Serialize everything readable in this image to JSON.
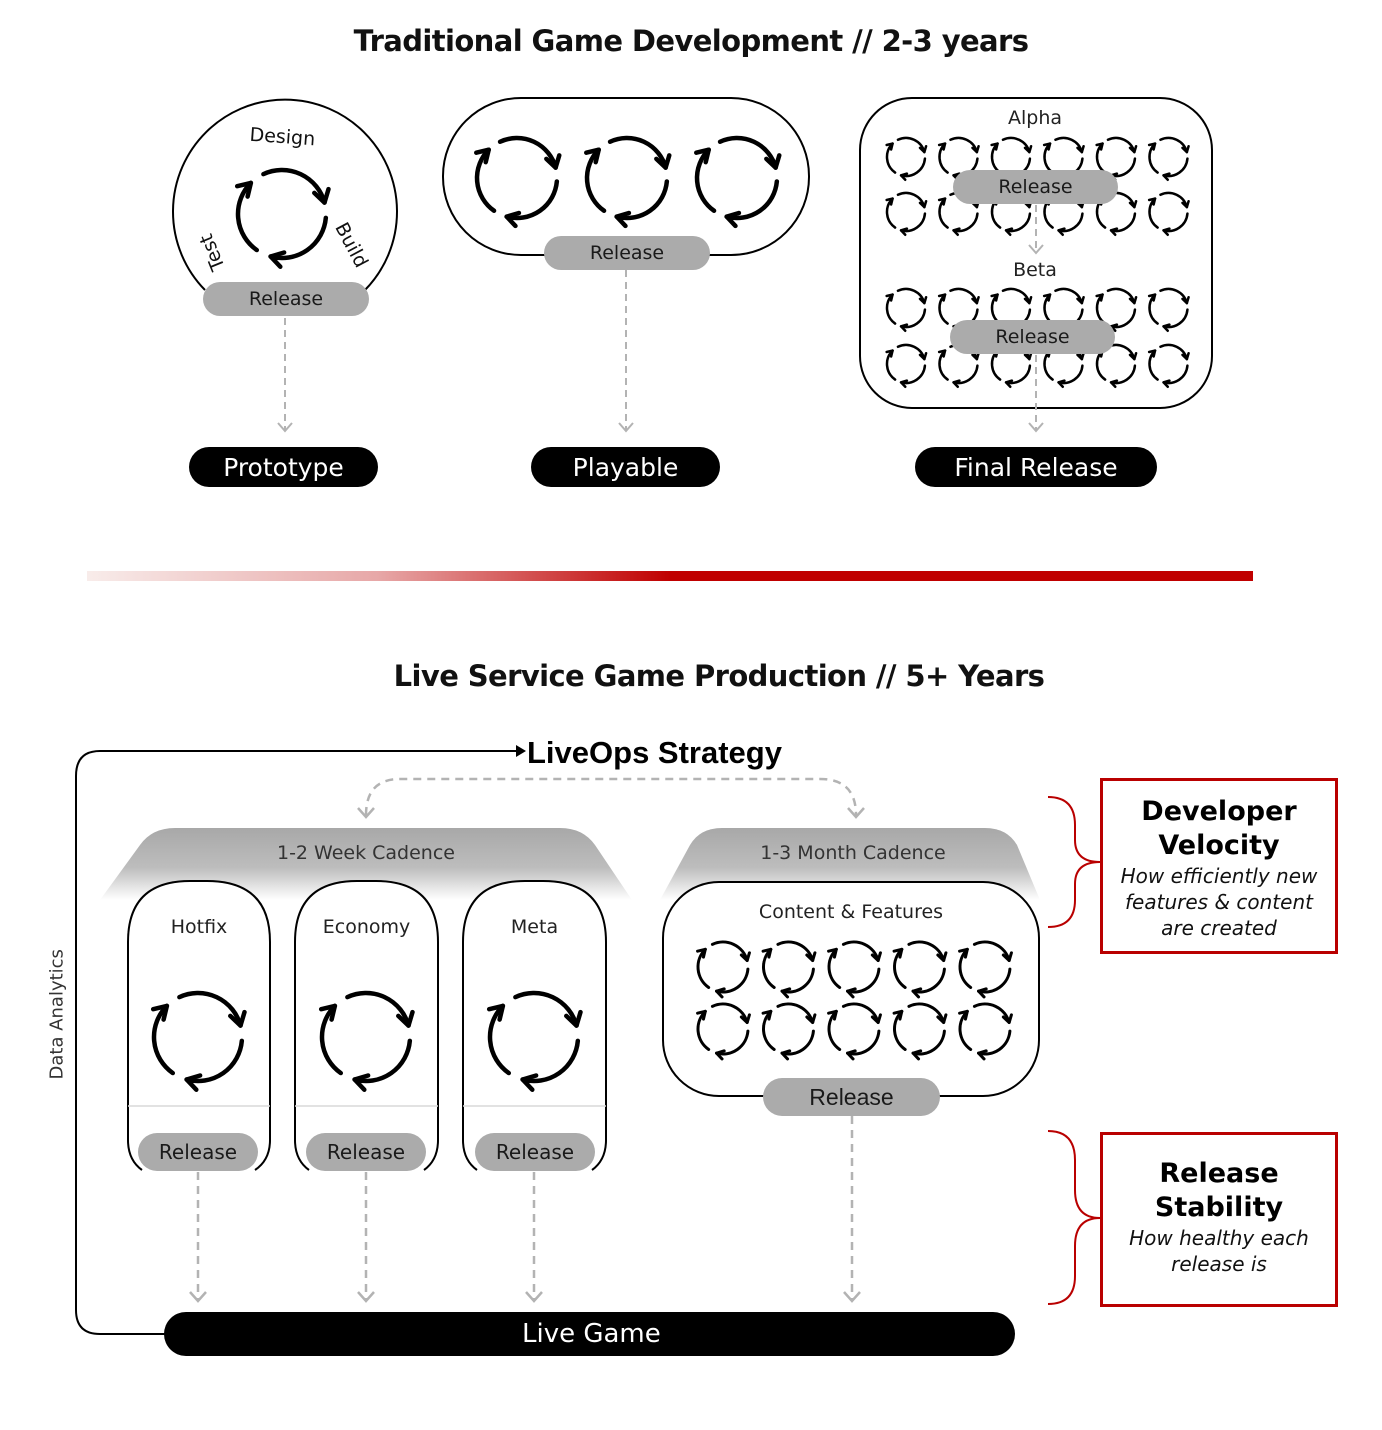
{
  "traditional": {
    "title": "Traditional Game Development // 2-3 years",
    "prototype": {
      "cycle_labels": [
        "Design",
        "Build",
        "Test"
      ],
      "release_label": "Release",
      "outcome_label": "Prototype",
      "cycle_count": 1
    },
    "playable": {
      "release_label": "Release",
      "outcome_label": "Playable",
      "cycle_count": 3
    },
    "final": {
      "alpha_label": "Alpha",
      "beta_label": "Beta",
      "alpha_release_label": "Release",
      "beta_release_label": "Release",
      "outcome_label": "Final Release",
      "cycles_per_stage": 12
    }
  },
  "divider": {
    "color_start": "#f8ecea",
    "color_end": "#c00000"
  },
  "live_service": {
    "title": "Live Service Game Production //  5+ Years",
    "strategy_label": "LiveOps Strategy",
    "feedback_label": "Data Analytics",
    "weekly": {
      "cadence_label": "1-2 Week Cadence",
      "lanes": [
        {
          "label": "Hotfix",
          "release_label": "Release"
        },
        {
          "label": "Economy",
          "release_label": "Release"
        },
        {
          "label": "Meta",
          "release_label": "Release"
        }
      ]
    },
    "monthly": {
      "cadence_label": "1-3 Month Cadence",
      "box_label": "Content & Features",
      "release_label": "Release",
      "cycle_count": 10
    },
    "live_game_label": "Live Game"
  },
  "callouts": [
    {
      "title_line1": "Developer",
      "title_line2": "Velocity",
      "subtitle": [
        "How efficiently new",
        "features & content",
        "are created"
      ]
    },
    {
      "title_line1": "Release",
      "title_line2": "Stability",
      "subtitle": [
        "How healthy each",
        "release is"
      ]
    }
  ],
  "colors": {
    "accent_red": "#b90000",
    "pill_gray": "#ababab",
    "dashed_gray": "#b3b3b3",
    "black": "#000000"
  }
}
